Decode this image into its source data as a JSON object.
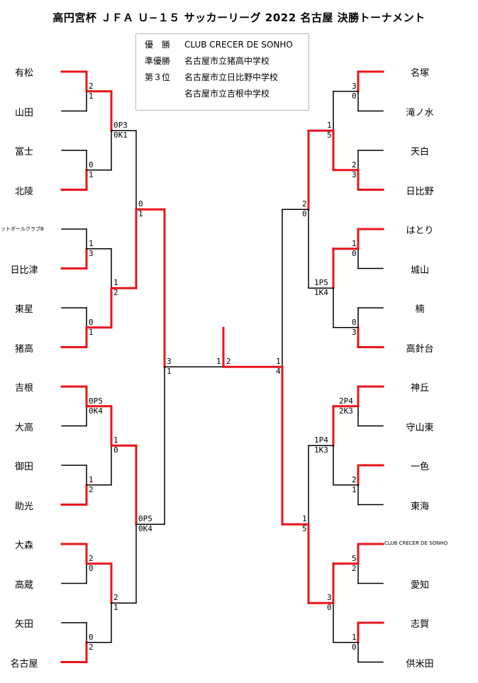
{
  "title": "高円宮杯 ＪＦＡ Ｕ−１５ サッカーリーグ 2022 名古屋 決勝トーナメント",
  "results": [
    {
      "label": "優　勝",
      "team": "CLUB CRECER DE SONHO"
    },
    {
      "label": "準優勝",
      "team": "名古屋市立猪高中学校"
    },
    {
      "label": "第３位",
      "team": "名古屋市立日比野中学校"
    },
    {
      "label": "",
      "team": "名古屋市立吉根中学校"
    }
  ],
  "left_teams": [
    "有松",
    "山田",
    "冨士",
    "北陵",
    "フットボールクラブB",
    "日比津",
    "東星",
    "猪高",
    "吉根",
    "大高",
    "御田",
    "助光",
    "大森",
    "高蔵",
    "矢田",
    "名古屋"
  ],
  "right_teams": [
    "名塚",
    "滝ノ水",
    "天白",
    "日比野",
    "はとり",
    "城山",
    "楠",
    "高針台",
    "神丘",
    "守山東",
    "一色",
    "東海",
    "CLUB CRECER DE SONHO",
    "愛知",
    "志賀",
    "供米田"
  ],
  "left_round1_scores": [
    [
      "2",
      "1"
    ],
    [
      "0",
      "1"
    ],
    [
      "1",
      "3"
    ],
    [
      "0",
      "1"
    ],
    [
      "0P5",
      "0K4"
    ],
    [
      "1",
      "2"
    ],
    [
      "2",
      "0"
    ],
    [
      "0",
      "2"
    ]
  ],
  "right_round1_scores": [
    [
      "3",
      "0"
    ],
    [
      "2",
      "3"
    ],
    [
      "1",
      "0"
    ],
    [
      "0",
      "3"
    ],
    [
      "2P4",
      "2K3"
    ],
    [
      "2",
      "1"
    ],
    [
      "5",
      "2"
    ],
    [
      "1",
      "0"
    ]
  ],
  "left_round2_scores": [
    [
      "0P3",
      "0K1"
    ],
    [
      "1",
      "2"
    ],
    [
      "1",
      "0"
    ],
    [
      "2",
      "1"
    ]
  ],
  "right_round2_scores": [
    [
      "1",
      "5"
    ],
    [
      "1P5",
      "1K4"
    ],
    [
      "1P4",
      "1K3"
    ],
    [
      "3",
      "0"
    ]
  ],
  "left_round3_scores": [
    [
      "0",
      "1"
    ],
    [
      "0P5",
      "0K4"
    ]
  ],
  "right_round3_scores": [
    [
      "2",
      "0"
    ],
    [
      "1",
      "5"
    ]
  ],
  "left_semifinal_scores": [
    "3",
    "1"
  ],
  "right_semifinal_scores": [
    "1",
    "4"
  ],
  "final_scores": [
    "1",
    "2"
  ],
  "colors": {
    "winner": "#e8141b",
    "loser": "#000000",
    "box_border": "#b8b8b8"
  }
}
